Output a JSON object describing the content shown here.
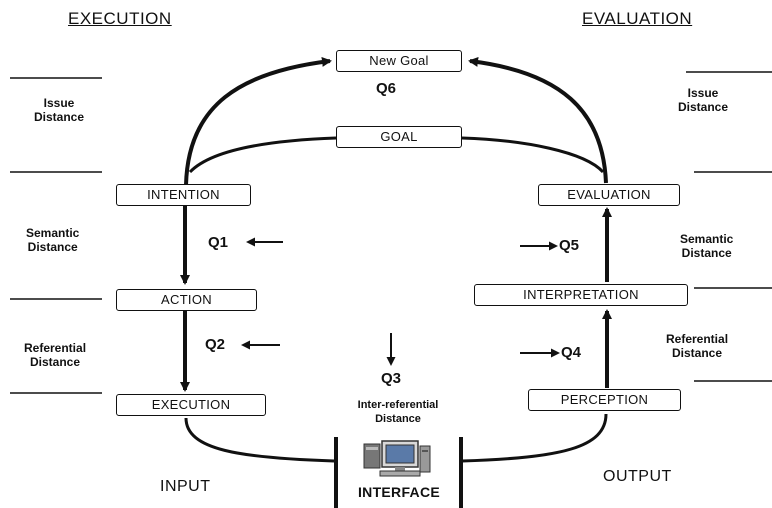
{
  "headers": {
    "execution": "EXECUTION",
    "evaluation": "EVALUATION"
  },
  "boxes": {
    "new_goal": "New Goal",
    "goal": "GOAL",
    "intention": "INTENTION",
    "action": "ACTION",
    "execution": "EXECUTION",
    "evaluation": "EVALUATION",
    "interpretation": "INTERPRETATION",
    "perception": "PERCEPTION"
  },
  "questions": {
    "q1": "Q1",
    "q2": "Q2",
    "q3": "Q3",
    "q4": "Q4",
    "q5": "Q5",
    "q6": "Q6"
  },
  "left_labels": {
    "issue_1": "Issue",
    "issue_2": "Distance",
    "semantic_1": "Semantic",
    "semantic_2": "Distance",
    "referential_1": "Referential",
    "referential_2": "Distance"
  },
  "right_labels": {
    "issue_1": "Issue",
    "issue_2": "Distance",
    "semantic_1": "Semantic",
    "semantic_2": "Distance",
    "referential_1": "Referential",
    "referential_2": "Distance"
  },
  "inter_referential": {
    "line1": "Inter-referential",
    "line2": "Distance"
  },
  "bottom": {
    "input": "INPUT",
    "output": "OUTPUT",
    "interface": "INTERFACE"
  },
  "icons": {
    "interface": "computer-icon"
  }
}
